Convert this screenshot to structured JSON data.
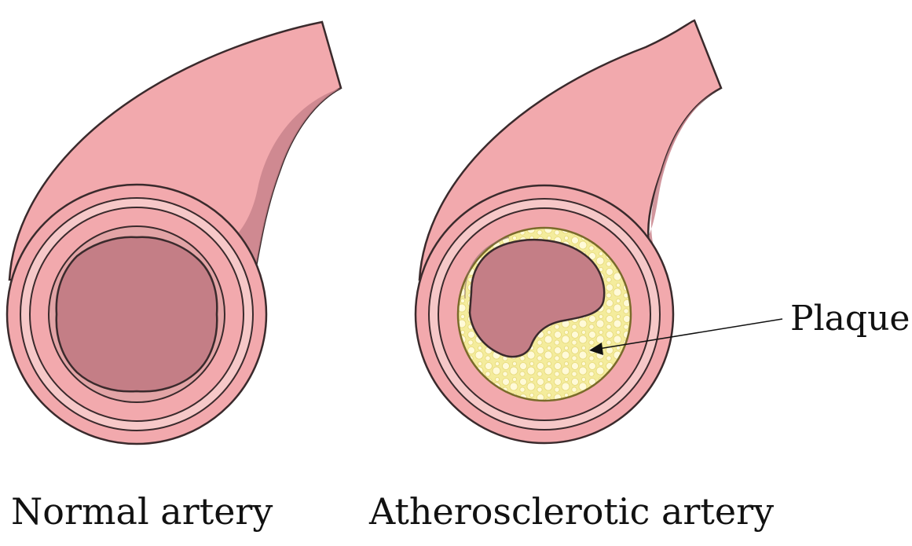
{
  "labels": {
    "normal_artery": "Normal artery",
    "atherosclerotic_artery": "Atherosclerotic artery",
    "plaque": "Plaque"
  },
  "colors": {
    "vessel_wall": "#f2a9ad",
    "vessel_shadow": "#c9848c",
    "outline": "#3a2a2c",
    "ring_layer": "#f6c8c8",
    "lumen": "#c47e86",
    "plaque": "#f4ec9c",
    "plaque_bubbles": "#fffbd6"
  }
}
